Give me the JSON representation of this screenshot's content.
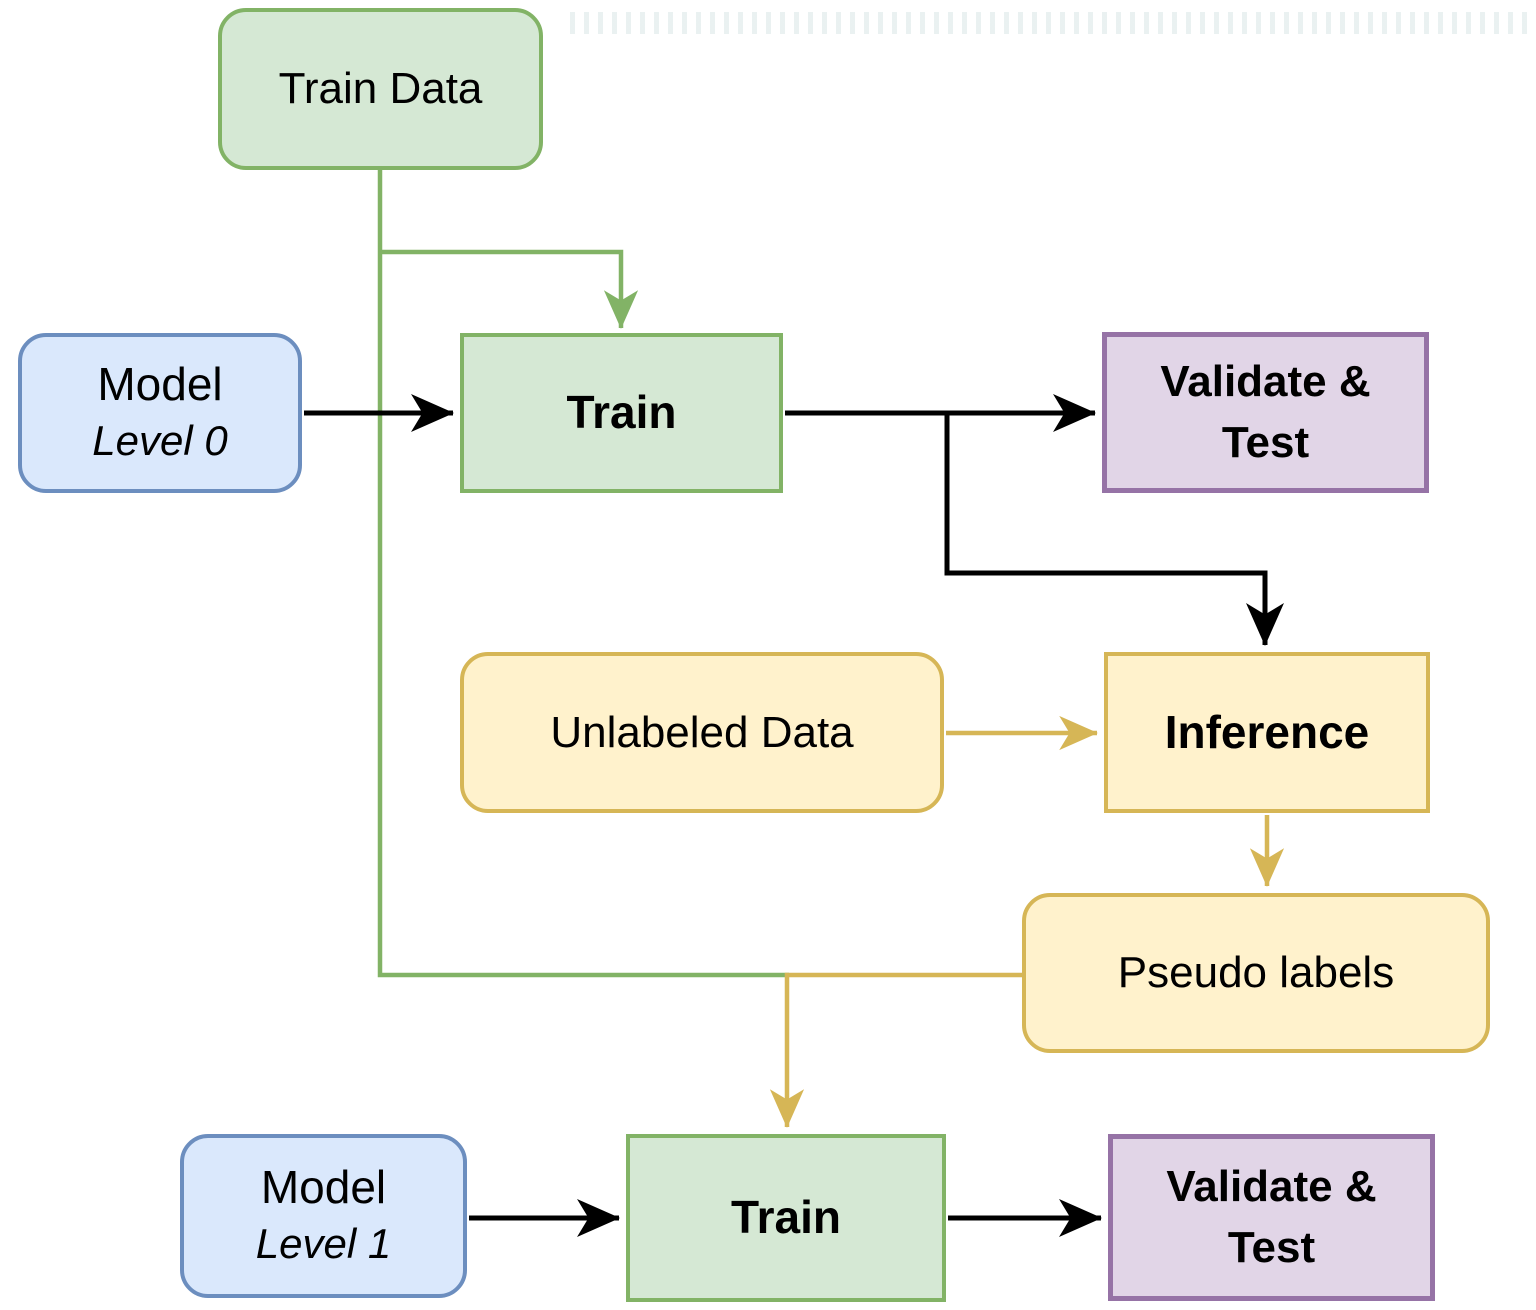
{
  "diagram": {
    "background": "#ffffff",
    "palette": {
      "green_fill": "#d5e8d4",
      "green_stroke": "#82b366",
      "blue_fill": "#dae8fc",
      "blue_stroke": "#6c8ebf",
      "yellow_fill": "#fff2cc",
      "yellow_stroke": "#d6b656",
      "purple_fill": "#e1d5e7",
      "purple_stroke": "#9673a6",
      "arrow_black": "#000000",
      "text": "#000000"
    },
    "nodes": {
      "train_data": {
        "label": "Train Data"
      },
      "model_level0": {
        "title": "Model",
        "subtitle": "Level 0"
      },
      "train_top": {
        "label": "Train"
      },
      "validate_top": {
        "label": "Validate & Test"
      },
      "unlabeled_data": {
        "label": "Unlabeled Data"
      },
      "inference": {
        "label": "Inference"
      },
      "pseudo_labels": {
        "label": "Pseudo labels"
      },
      "model_level1": {
        "title": "Model",
        "subtitle": "Level 1"
      },
      "train_bottom": {
        "label": "Train"
      },
      "validate_bottom": {
        "label": "Validate & Test"
      }
    }
  }
}
